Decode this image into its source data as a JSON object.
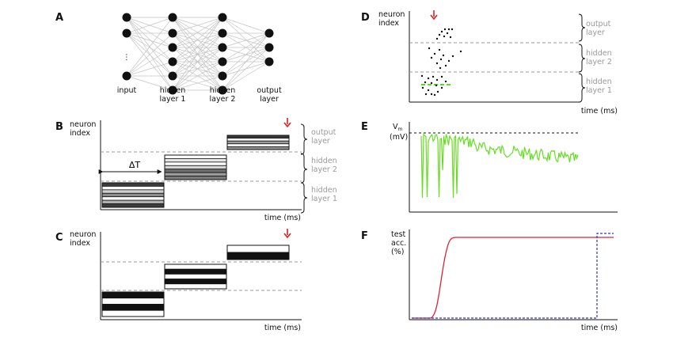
{
  "panels": {
    "A": {
      "label": "A",
      "nodes": {
        "input": 3,
        "hidden1": 6,
        "hidden2": 6,
        "output": 3
      },
      "ellipsis": "⋮",
      "layer_labels": [
        "input",
        "hidden\nlayer 1",
        "hidden\nlayer 2",
        "output\nlayer"
      ]
    },
    "B": {
      "label": "B",
      "ylabel": "neuron\nindex",
      "xlabel": "time (ms)",
      "delta_label": "ΔT",
      "layer_labels": [
        "output\nlayer",
        "hidden\nlayer 2",
        "hidden\nlayer 1"
      ],
      "bars": {
        "hidden1": [
          "#3c3c3c",
          "#ffffff",
          "#d0d0d0",
          "#8c8c8c",
          "#ffffff",
          "#b0b0b0",
          "#3c3c3c"
        ],
        "hidden2": [
          "#ffffff",
          "#e6e6e6",
          "#ffffff",
          "#d6d6d6",
          "#6e6e6e",
          "#9c9c9c",
          "#7a7a7a"
        ],
        "output": [
          "#3a3a3a",
          "#ffffff",
          "#9a9a9a",
          "#ffffff",
          "#909090"
        ]
      }
    },
    "C": {
      "label": "C",
      "ylabel": "neuron\nindex",
      "xlabel": "time (ms)",
      "bars": {
        "hidden1": [
          "#111111",
          "#ffffff",
          "#111111",
          "#ffffff"
        ],
        "hidden2": [
          "#ffffff",
          "#111111",
          "#ffffff",
          "#111111",
          "#ffffff"
        ],
        "output": [
          "#ffffff",
          "#111111"
        ]
      }
    },
    "D": {
      "label": "D",
      "ylabel": "neuron\nindex",
      "xlabel": "time (ms)",
      "layer_labels": [
        "output\nlayer",
        "hidden\nlayer 2",
        "hidden\nlayer 1"
      ],
      "highlight_color": "#55dd22",
      "spikes": [
        [
          562,
          37
        ],
        [
          567,
          37
        ],
        [
          571,
          37
        ],
        [
          558,
          40
        ],
        [
          565,
          42
        ],
        [
          555,
          44
        ],
        [
          561,
          46
        ],
        [
          569,
          47
        ],
        [
          552,
          49
        ],
        [
          542,
          61
        ],
        [
          555,
          63
        ],
        [
          582,
          65
        ],
        [
          549,
          68
        ],
        [
          560,
          70
        ],
        [
          572,
          71
        ],
        [
          545,
          73
        ],
        [
          557,
          75
        ],
        [
          567,
          77
        ],
        [
          552,
          80
        ],
        [
          563,
          83
        ],
        [
          556,
          86
        ],
        [
          533,
          96
        ],
        [
          547,
          97
        ],
        [
          558,
          97
        ],
        [
          541,
          99
        ],
        [
          552,
          101
        ],
        [
          537,
          104
        ],
        [
          563,
          103
        ],
        [
          545,
          105
        ],
        [
          551,
          108
        ],
        [
          534,
          111
        ],
        [
          558,
          111
        ],
        [
          541,
          114
        ],
        [
          553,
          116
        ],
        [
          545,
          119
        ],
        [
          538,
          119
        ],
        [
          549,
          120
        ]
      ]
    },
    "E": {
      "label": "E",
      "ylabel_main": "V",
      "ylabel_sub": "m",
      "ylabel_unit": "(mV)",
      "trace_color": "#66dd22"
    },
    "F": {
      "label": "F",
      "ylabel": "test\nacc.\n(%)",
      "xlabel": "time (ms)",
      "red_color": "#dd2233",
      "blue_color": "#3333cc"
    }
  }
}
